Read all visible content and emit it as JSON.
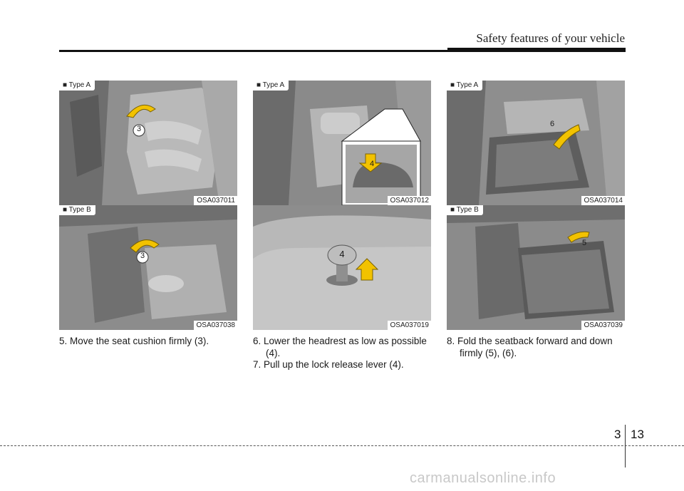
{
  "header": {
    "title": "Safety features of your vehicle"
  },
  "panels": {
    "p1": {
      "type_label": "■ Type A",
      "code": "OSA037011",
      "step": "3"
    },
    "p2": {
      "type_label": "■ Type B",
      "code": "OSA037038",
      "step": "3"
    },
    "p3": {
      "type_label": "■ Type A",
      "code": "OSA037012",
      "step": "4"
    },
    "p4": {
      "code": "OSA037019",
      "step": "4"
    },
    "p5": {
      "type_label": "■ Type A",
      "code": "OSA037014",
      "step": "6"
    },
    "p6": {
      "type_label": "■ Type B",
      "code": "OSA037039",
      "step": "5"
    }
  },
  "captions": {
    "c1": "5. Move the seat cushion firmly (3).",
    "c2_line1": "6. Lower the headrest as low as possible",
    "c2_line2": "(4).",
    "c3": "7. Pull up the lock release lever (4).",
    "c4_line1": "8. Fold the seatback forward and down",
    "c4_line2": "firmly (5), (6)."
  },
  "footer": {
    "chapter": "3",
    "page": "13"
  },
  "watermark": "carmanualsonline.info",
  "colors": {
    "arrow_yellow": "#f2c200",
    "photo_gray": "#9a9a9a"
  }
}
